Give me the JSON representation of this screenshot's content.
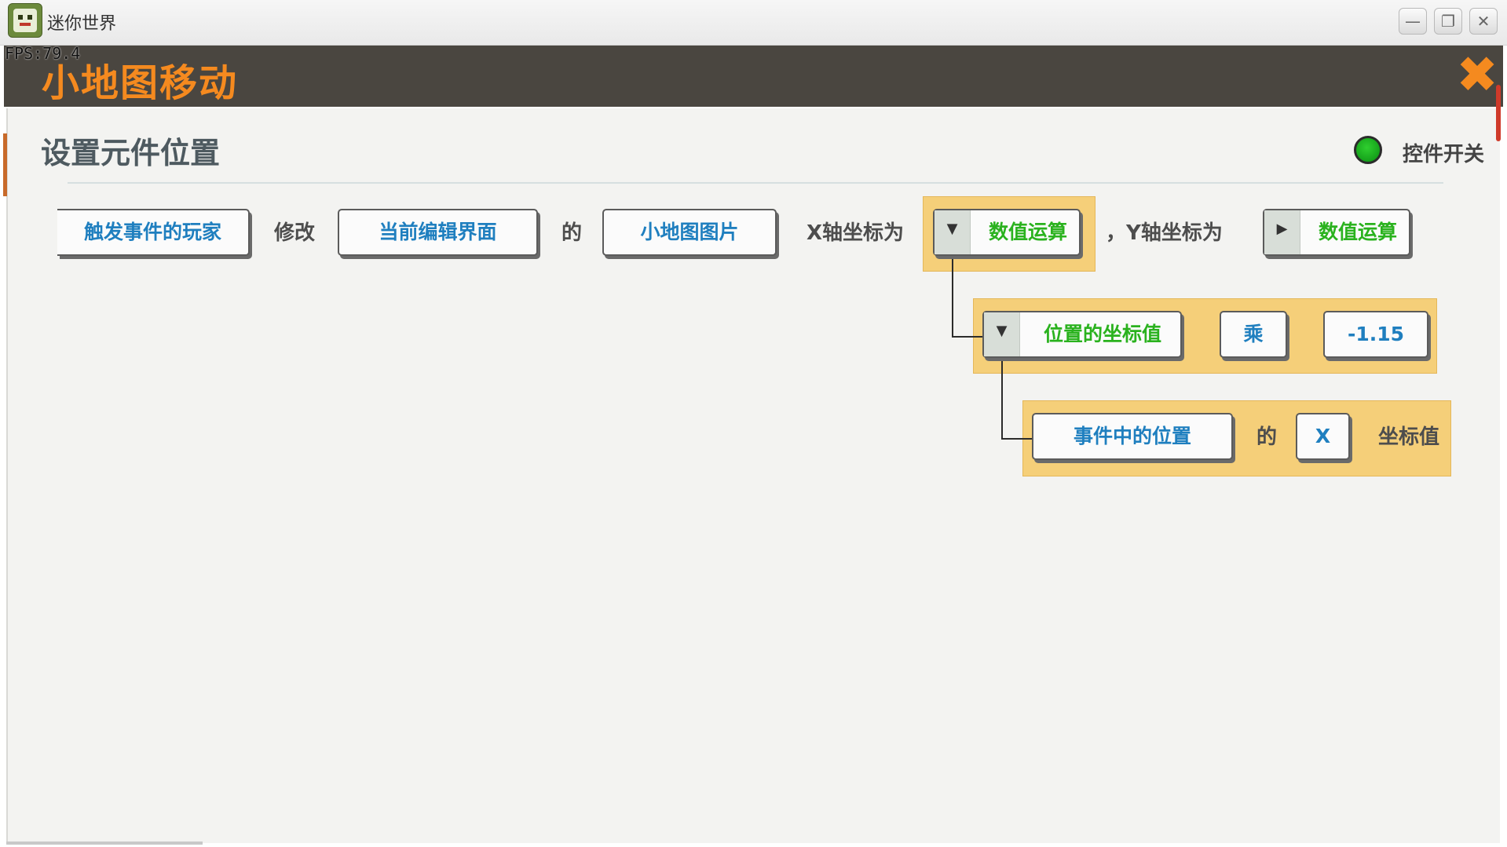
{
  "window": {
    "title": "迷你世界",
    "minimize": "—",
    "maximize": "❐",
    "close": "✕"
  },
  "fps": "FPS:79.4",
  "header": {
    "title": "小地图移动",
    "close_icon": "✖"
  },
  "section": {
    "title": "设置元件位置",
    "toggle_label": "控件开关",
    "toggle_color": "#1db81d"
  },
  "row1": {
    "player_chip": "触发事件的玩家",
    "modify": "修改",
    "ui_chip": "当前编辑界面",
    "of1": "的",
    "element_chip": "小地图图片",
    "x_label": "X轴坐标为",
    "x_value_chip": "数值运算",
    "y_label": "，Y轴坐标为",
    "y_value_chip": "数值运算"
  },
  "row2": {
    "coord_chip": "位置的坐标值",
    "operator_chip": "乘",
    "number_chip": "-1.15"
  },
  "row3": {
    "position_chip": "事件中的位置",
    "of": "的",
    "axis_chip": "X",
    "suffix": "坐标值"
  },
  "colors": {
    "accent_orange": "#f58a1f",
    "header_bg": "#4a4640",
    "highlight": "#f5cf79",
    "blue_text": "#1f7fbf",
    "green_text": "#2ab21e"
  }
}
